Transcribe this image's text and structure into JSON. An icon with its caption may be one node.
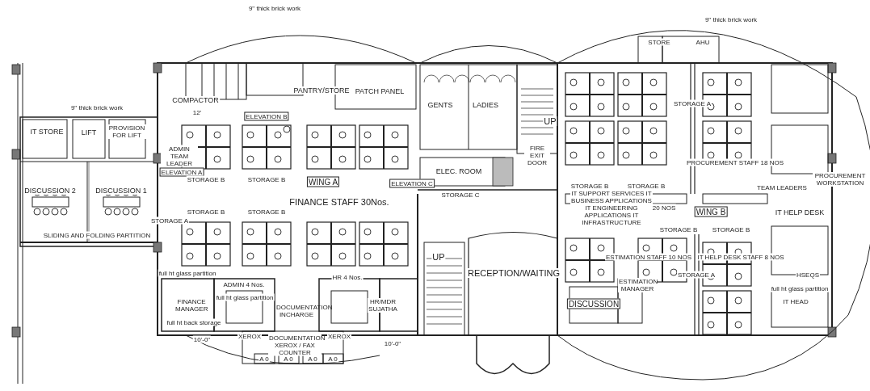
{
  "diagram": {
    "labels": [
      "9\" thick brick work",
      "IT STORE",
      "LIFT",
      "PROVISION FOR LIFT",
      "DISCUSSION 2",
      "DISCUSSION 1",
      "SLIDING AND FOLDING PARTITION",
      "COMPACTOR",
      "ADMIN TEAM LEADER",
      "ELEVATION B",
      "ELEVATION A",
      "WING A",
      "FINANCE STAFF 30Nos.",
      "STORAGE B",
      "STORAGE B",
      "STORAGE B",
      "STORAGE B",
      "PANTRY/STORE",
      "PATCH PANEL",
      "GENTS",
      "LADIES",
      "ELEC. ROOM",
      "STORAGE C",
      "ELEVATION C",
      "FIRE EXIT DOOR",
      "UP",
      "UP",
      "RECEPTION/WAITING",
      "ADMIN 4 Nos.",
      "FINANCE MANAGER",
      "full ht glass partition",
      "full ht glass partition",
      "full ht back storage",
      "DOCUMENTATION INCHARGE",
      "HR 4 Nos.",
      "HR/MDR SUJATHA",
      "DOCUMENTATION XEROX / FAX COUNTER",
      "XEROX",
      "XEROX",
      "A 0",
      "A 0",
      "A 0",
      "A 0",
      "9\" thick brick work",
      "STORE",
      "AHU",
      "9\" thick brick work",
      "STORAGE A",
      "PROCUREMENT STAFF 18 NOS",
      "TEAM LEADERS",
      "PROCUREMENT WORKSTATION",
      "IT SUPPORT SERVICES IT BUSINESS APPLICATIONS IT ENGINEERING APPLICATIONS IT INFRASTRUCTURE",
      "20 NOS",
      "WING B",
      "IT HELP DESK",
      "ESTIMATION STAFF 10 NOS",
      "IT HELP DESK STAFF 8 NOS",
      "STORAGE A",
      "HSEQS",
      "ESTIMATION MANAGER",
      "DISCUSSION",
      "IT HEAD",
      "STORAGE B",
      "STORAGE B",
      "STORAGE B",
      "STORAGE B",
      "STORAGE A",
      "12'",
      "10'-0\"",
      "10'-0\"",
      "full ht glass partition"
    ]
  }
}
